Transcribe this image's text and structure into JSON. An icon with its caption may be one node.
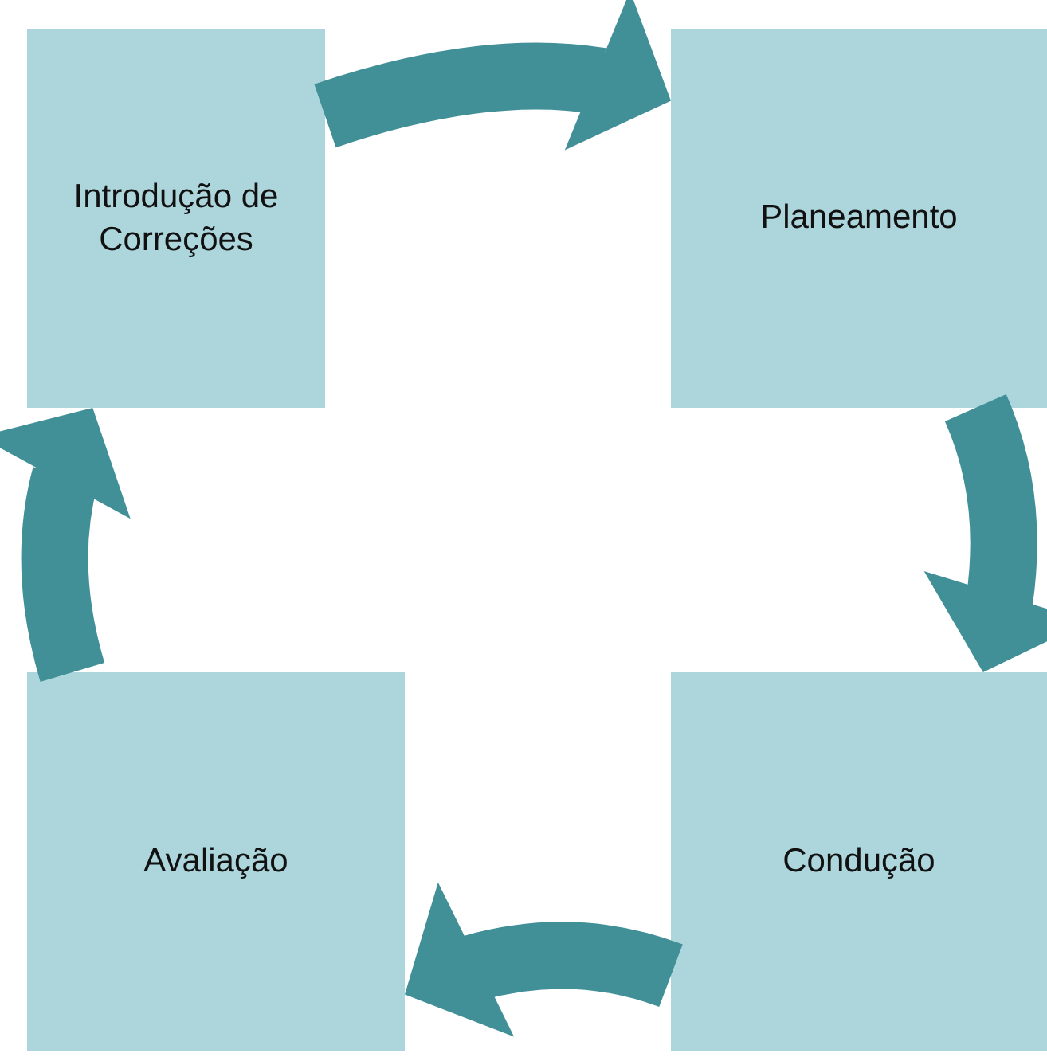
{
  "diagram": {
    "nodes": [
      {
        "text": [
          "Introdução de Correções"
        ]
      },
      {
        "text": [
          "Planeamento"
        ]
      },
      {
        "text": [
          "Condução"
        ]
      },
      {
        "text": [
          "Avaliação"
        ]
      }
    ],
    "edges": [
      {
        "from": 0,
        "to": 1,
        "arrow": "to"
      },
      {
        "from": 1,
        "to": 2,
        "arrow": "to"
      },
      {
        "from": 2,
        "to": 3,
        "arrow": "to"
      },
      {
        "from": 3,
        "to": 0,
        "arrow": "to"
      }
    ]
  }
}
